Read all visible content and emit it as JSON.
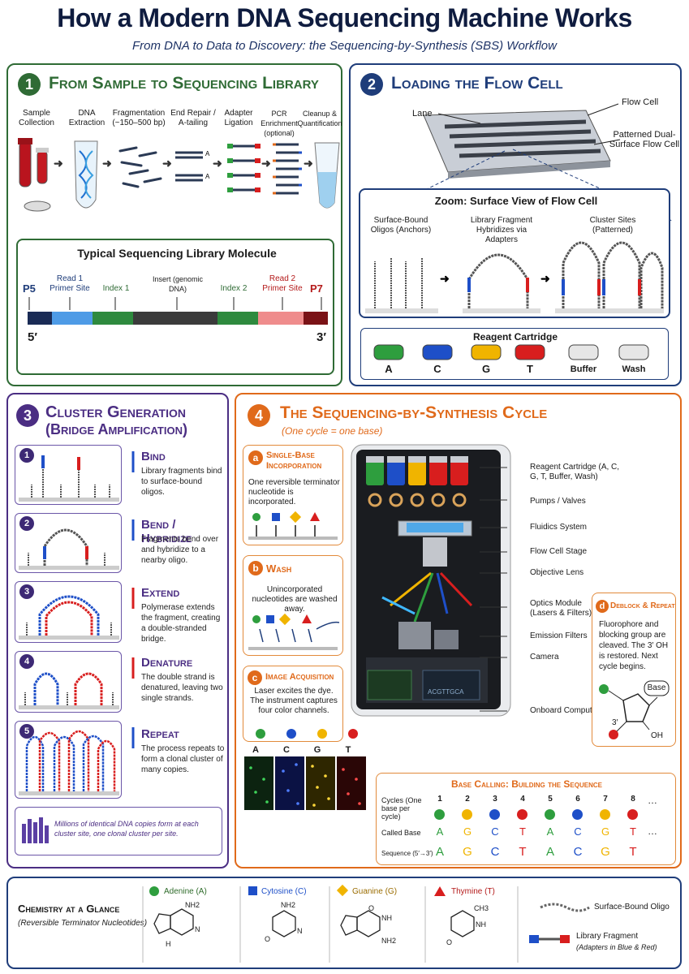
{
  "header": {
    "title": "How a Modern DNA Sequencing Machine Works",
    "subtitle": "From DNA to Data to Discovery: the Sequencing-by-Synthesis (SBS) Workflow"
  },
  "panel1": {
    "number": "1",
    "title": "From Sample to Sequencing Library",
    "steps": [
      "Sample Collection",
      "DNA Extraction",
      "Fragmentation (~150–500 bp)",
      "End Repair / A-tailing",
      "Adapter Ligation",
      "PCR Enrichment (optional)",
      "Cleanup & Quantification"
    ],
    "a_label": "A",
    "library": {
      "title": "Typical Sequencing Library Molecule",
      "p5": "P5",
      "read1": "Read 1 Primer Site",
      "index1": "Index 1",
      "insert": "Insert (genomic DNA)",
      "index2": "Index 2",
      "read2": "Read 2 Primer Site",
      "p7": "P7",
      "end5": "5′",
      "end3": "3′"
    }
  },
  "panel2": {
    "number": "2",
    "title": "Loading the Flow Cell",
    "lane": "Lane",
    "flow_cell": "Flow Cell",
    "patterned": "Patterned Dual-Surface Flow Cell",
    "zoom_title": "Zoom: Surface View of Flow Cell",
    "oligos": "Surface-Bound Oligos (Anchors)",
    "fragment": "Library Fragment Hybridizes via Adapters",
    "clusters": "Cluster Sites (Patterned)",
    "reagent_title": "Reagent Cartridge",
    "reagents": [
      "A",
      "C",
      "G",
      "T",
      "Buffer",
      "Wash"
    ]
  },
  "panel3": {
    "number": "3",
    "title_line1": "Cluster Generation",
    "title_line2": "(Bridge Amplification)",
    "steps": [
      {
        "n": "1",
        "head": "Bind",
        "text": "Library fragments bind to surface-bound oligos."
      },
      {
        "n": "2",
        "head": "Bend / Hybridize",
        "text": "Fragments bend over and hybridize to a nearby oligo."
      },
      {
        "n": "3",
        "head": "Extend",
        "text": "Polymerase extends the fragment, creating a double-stranded bridge."
      },
      {
        "n": "4",
        "head": "Denature",
        "text": "The double strand is denatured, leaving two single strands."
      },
      {
        "n": "5",
        "head": "Repeat",
        "text": "The process repeats to form a clonal cluster of many copies."
      }
    ],
    "footer": "Millions of identical DNA copies form at each cluster site, one clonal cluster per site."
  },
  "panel4": {
    "number": "4",
    "title": "The Sequencing-by-Synthesis Cycle",
    "subtitle": "(One cycle = one base)",
    "a": {
      "letter": "a",
      "head": "Single-Base Incorporation",
      "text": "One reversible terminator nucleotide is incorporated."
    },
    "b": {
      "letter": "b",
      "head": "Wash",
      "text": "Unincorporated nucleotides are washed away."
    },
    "c": {
      "letter": "c",
      "head": "Image Acquisition",
      "text": "Laser excites the dye. The instrument captures four color channels.",
      "channels": [
        "A",
        "C",
        "G",
        "T"
      ]
    },
    "d": {
      "letter": "d",
      "head": "Deblock & Repeat",
      "text": "Fluorophore and blocking group are cleaved. The 3′ OH is restored. Next cycle begins.",
      "base": "Base",
      "three": "3′",
      "oh": "OH"
    },
    "machine_labels": [
      "Reagent Cartridge (A, C, G, T, Buffer, Wash)",
      "Pumps / Valves",
      "Fluidics System",
      "Flow Cell Stage",
      "Objective Lens",
      "Optics Module (Lasers & Filters)",
      "Emission Filters",
      "Camera",
      "Onboard Computer"
    ],
    "screen_text": "ACGTTGCA",
    "calling": {
      "title": "Base Calling: Building the Sequence",
      "cycles_label": "Cycles (One base per cycle)",
      "called_label": "Called Base",
      "sequence_label": "Sequence (5′→3′)",
      "cycles": [
        "1",
        "2",
        "3",
        "4",
        "5",
        "6",
        "7",
        "8"
      ],
      "bases": [
        "A",
        "G",
        "C",
        "T",
        "A",
        "C",
        "G",
        "T"
      ],
      "ellipsis": "…"
    }
  },
  "chemistry": {
    "title": "Chemistry at a Glance",
    "subtitle": "(Reversible Terminator Nucleotides)",
    "items": [
      "Adenine (A)",
      "Cytosine (C)",
      "Guanine (G)",
      "Thymine (T)"
    ],
    "atoms": {
      "nh2": "NH2",
      "n": "N",
      "h": "H",
      "o": "O",
      "ch3": "CH3",
      "nh": "NH"
    },
    "legend_oligo": "Surface-Bound Oligo",
    "legend_fragment": "Library Fragment",
    "legend_fragment_sub": "(Adapters in Blue & Red)"
  },
  "colors": {
    "A": "#2e9e3e",
    "C": "#1e4fc8",
    "G": "#f0b400",
    "T": "#d81e1e",
    "green": "#2f6b35",
    "blue": "#1f3d7a",
    "purple": "#4b2e83",
    "orange": "#e06a1b"
  }
}
